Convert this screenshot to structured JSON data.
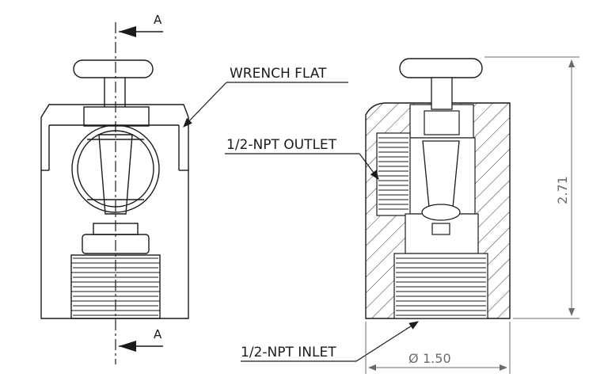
{
  "callouts": {
    "wrench_flat": "WRENCH FLAT",
    "outlet": "1/2-NPT OUTLET",
    "inlet": "1/2-NPT INLET"
  },
  "section_marker": {
    "top": "A",
    "bottom": "A"
  },
  "dimensions": {
    "height": "2.71",
    "diameter": "1.50",
    "diameter_symbol": "Ø"
  },
  "colors": {
    "line": "#1a1a1a",
    "dimension": "#6b6b6b",
    "hatch": "#333333"
  }
}
